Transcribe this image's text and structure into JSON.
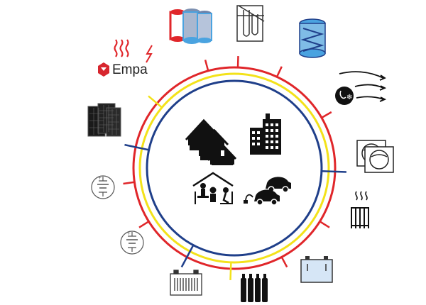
{
  "brand": {
    "name": "Empa",
    "color": "#d7262e"
  },
  "colors": {
    "red": "#e0262a",
    "yellow": "#f3e21a",
    "blue": "#1f3f8a",
    "ink": "#111111",
    "cylinder_blue": "#4aa3e0",
    "battery_fill": "#d6e6f6"
  },
  "rings": [
    {
      "name": "electricity-ring",
      "color": "red"
    },
    {
      "name": "heat-ring",
      "color": "yellow"
    },
    {
      "name": "gas-ring",
      "color": "blue"
    }
  ],
  "nodes": [
    {
      "name": "storage-tanks-icon",
      "ring": "red",
      "angle": -105
    },
    {
      "name": "test-tubes-icon",
      "ring": "red",
      "angle": -88
    },
    {
      "name": "heat-exchanger-tank-icon",
      "ring": "red",
      "angle": -65
    },
    {
      "name": "weather-sensor-icon",
      "ring": "red",
      "angle": -30
    },
    {
      "name": "heat-pump-icon",
      "ring": "blue",
      "angle": 2
    },
    {
      "name": "radiator-icon",
      "ring": "red",
      "angle": 32
    },
    {
      "name": "battery-icon",
      "ring": "red",
      "angle": 62
    },
    {
      "name": "gas-cylinders-icon",
      "ring": "yellow",
      "angle": 92
    },
    {
      "name": "battery-rack-icon",
      "ring": "blue",
      "angle": 118
    },
    {
      "name": "capacitor-icon",
      "ring": "red",
      "angle": 148
    },
    {
      "name": "capacitor-icon",
      "ring": "red",
      "angle": 172
    },
    {
      "name": "solar-panels-icon",
      "ring": "blue",
      "angle": -168
    },
    {
      "name": "heat-generator-icon",
      "ring": "yellow",
      "angle": -140
    }
  ]
}
